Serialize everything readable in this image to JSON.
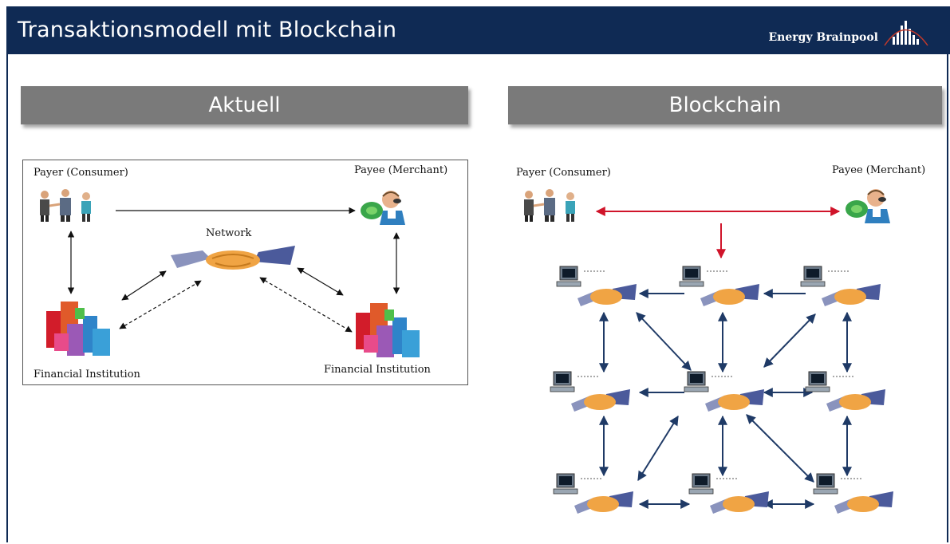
{
  "header": {
    "title": "Transaktionsmodell mit Blockchain",
    "brand": "Energy Brainpool"
  },
  "left": {
    "heading": "Aktuell",
    "payer": "Payer (Consumer)",
    "payee": "Payee (Merchant)",
    "network": "Network",
    "institution_left": "Financial Institution",
    "institution_right": "Financial Institution"
  },
  "right": {
    "heading": "Blockchain",
    "payer": "Payer (Consumer)",
    "payee": "Payee (Merchant)"
  },
  "colors": {
    "title_bar": "#0f2a54",
    "section_header": "#7a7a7a",
    "arrow_navy": "#1f3a66",
    "arrow_red": "#d0142a"
  }
}
